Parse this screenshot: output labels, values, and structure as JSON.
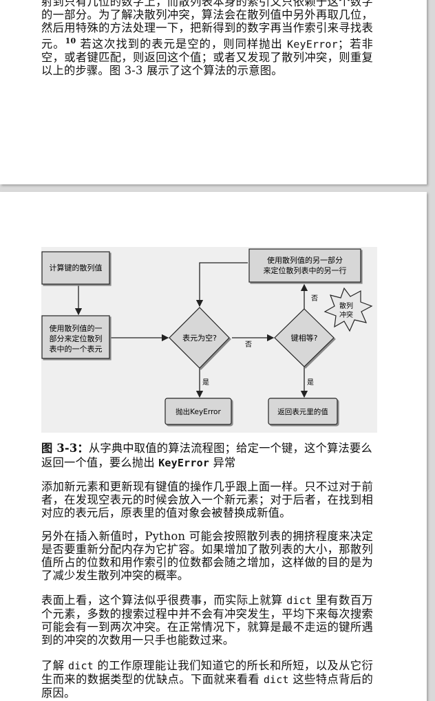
{
  "page1": {
    "paragraph": {
      "part1": "射到只有几位的数字上，而散列表本身的索引又只依赖于这个数字的一部分。为了解决散列冲突，算法会在散列值中另外再取几位，然后用特殊的方法处理一下，把新得到的数字再当作索引来寻找表元。",
      "footnote": "10",
      "part2": " 若这次找到的表元是空的，则同样抛出 ",
      "code": "KeyError",
      "part3": "；若非空，或者键匹配，则返回这个值；或者又发现了散列冲突，则重复以上的步骤。图 3-3 展示了这个算法的示意图。"
    }
  },
  "figure": {
    "box_compute_hash": "计算键的散列值",
    "box_use_part_l1": "使用散列值的一",
    "box_use_part_l2": "部分来定位散列",
    "box_use_part_l3": "表中的一个表元",
    "box_use_other_l1": "使用散列值的另一部分",
    "box_use_other_l2": "来定位散列表中的另一行",
    "diamond_empty": "表元为空?",
    "diamond_equal": "键相等?",
    "star_collision_l1": "散列",
    "star_collision_l2": "冲突",
    "box_raise": "抛出KeyError",
    "box_return": "返回表元里的值",
    "label_no_1": "否",
    "label_no_2": "否",
    "label_yes_1": "是",
    "label_yes_2": "是"
  },
  "caption": {
    "label": "图 3-3：",
    "text1": "从字典中取值的算法流程图；给定一个键，这个算法要么返回一个值，要么抛出 ",
    "code": "KeyError",
    "text2": " 异常"
  },
  "body": {
    "p1": "添加新元素和更新现有键值的操作几乎跟上面一样。只不过对于前者，在发现空表元的时候会放入一个新元素；对于后者，在找到相对应的表元后，原表里的值对象会被替换成新值。",
    "p2": "另外在插入新值时，Python 可能会按照散列表的拥挤程度来决定是否要重新分配内存为它扩容。如果增加了散列表的大小，那散列值所占的位数和用作索引的位数都会随之增加，这样做的目的是为了减少发生散列冲突的概率。",
    "p3": {
      "a": "表面上看，这个算法似乎很费事，而实际上就算 ",
      "code": "dict",
      "b": " 里有数百万个元素，多数的搜索过程中并不会有冲突发生，平均下来每次搜索可能会有一到两次冲突。在正常情况下，就算是最不走运的键所遇到的冲突的次数用一只手也能数过来。"
    },
    "p4": {
      "a": "了解 ",
      "code1": "dict",
      "b": " 的工作原理能让我们知道它的所长和所短，以及从它衍生而来的数据类型的优缺点。下面就来看看 ",
      "code2": "dict",
      "c": " 这些特点背后的原因。"
    }
  }
}
